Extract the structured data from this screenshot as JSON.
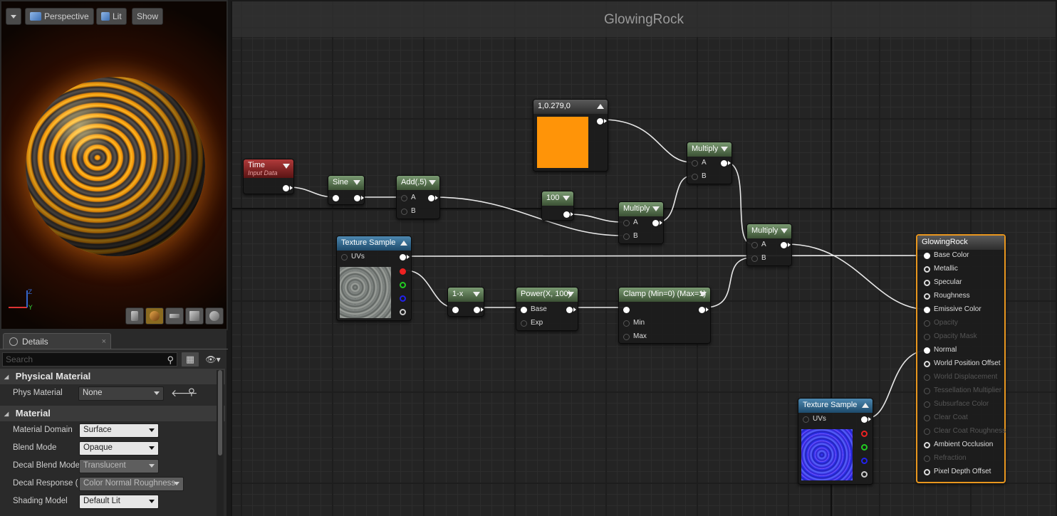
{
  "viewport": {
    "menu_icon": "chevron-down-icon",
    "perspective_label": "Perspective",
    "lit_label": "Lit",
    "show_label": "Show",
    "axis_y": "Y",
    "axis_z": "Z"
  },
  "details": {
    "tab_label": "Details",
    "close": "×",
    "search_placeholder": "Search",
    "categories": {
      "physical_material": "Physical Material",
      "material": "Material"
    },
    "props": {
      "phys_material": {
        "label": "Phys Material",
        "value": "None"
      },
      "material_domain": {
        "label": "Material Domain",
        "value": "Surface"
      },
      "blend_mode": {
        "label": "Blend Mode",
        "value": "Opaque"
      },
      "decal_blend_mode": {
        "label": "Decal Blend Mode",
        "value": "Translucent"
      },
      "decal_response": {
        "label": "Decal Response (",
        "value": "Color Normal Roughness"
      },
      "shading_model": {
        "label": "Shading Model",
        "value": "Default Lit"
      }
    }
  },
  "graph": {
    "title": "GlowingRock",
    "nodes": {
      "time": {
        "title": "Time",
        "subtitle": "Input Data"
      },
      "sine": {
        "title": "Sine"
      },
      "add": {
        "title": "Add(,5)",
        "pin_a": "A",
        "pin_b": "B"
      },
      "constant100": {
        "title": "100"
      },
      "color_const": {
        "title": "1,0.279,0",
        "color": "#ff9408"
      },
      "multiply1": {
        "title": "Multiply",
        "pin_a": "A",
        "pin_b": "B"
      },
      "multiply2": {
        "title": "Multiply",
        "pin_a": "A",
        "pin_b": "B"
      },
      "multiply3": {
        "title": "Multiply",
        "pin_a": "A",
        "pin_b": "B"
      },
      "texture1": {
        "title": "Texture Sample",
        "pin_uvs": "UVs"
      },
      "one_minus": {
        "title": "1-x"
      },
      "power": {
        "title": "Power(X, 100)",
        "pin_base": "Base",
        "pin_exp": "Exp"
      },
      "clamp": {
        "title": "Clamp (Min=0) (Max=1)",
        "pin_min": "Min",
        "pin_max": "Max"
      },
      "texture2": {
        "title": "Texture Sample",
        "pin_uvs": "UVs"
      },
      "output": {
        "title": "GlowingRock",
        "pins": [
          {
            "label": "Base Color",
            "enabled": true,
            "connected": true
          },
          {
            "label": "Metallic",
            "enabled": true,
            "connected": false
          },
          {
            "label": "Specular",
            "enabled": true,
            "connected": false
          },
          {
            "label": "Roughness",
            "enabled": true,
            "connected": false
          },
          {
            "label": "Emissive Color",
            "enabled": true,
            "connected": true
          },
          {
            "label": "Opacity",
            "enabled": false,
            "connected": false
          },
          {
            "label": "Opacity Mask",
            "enabled": false,
            "connected": false
          },
          {
            "label": "Normal",
            "enabled": true,
            "connected": true
          },
          {
            "label": "World Position Offset",
            "enabled": true,
            "connected": false
          },
          {
            "label": "World Displacement",
            "enabled": false,
            "connected": false
          },
          {
            "label": "Tessellation Multiplier",
            "enabled": false,
            "connected": false
          },
          {
            "label": "Subsurface Color",
            "enabled": false,
            "connected": false
          },
          {
            "label": "Clear Coat",
            "enabled": false,
            "connected": false
          },
          {
            "label": "Clear Coat Roughness",
            "enabled": false,
            "connected": false
          },
          {
            "label": "Ambient Occlusion",
            "enabled": true,
            "connected": false
          },
          {
            "label": "Refraction",
            "enabled": false,
            "connected": false
          },
          {
            "label": "Pixel Depth Offset",
            "enabled": true,
            "connected": false
          }
        ]
      }
    }
  }
}
